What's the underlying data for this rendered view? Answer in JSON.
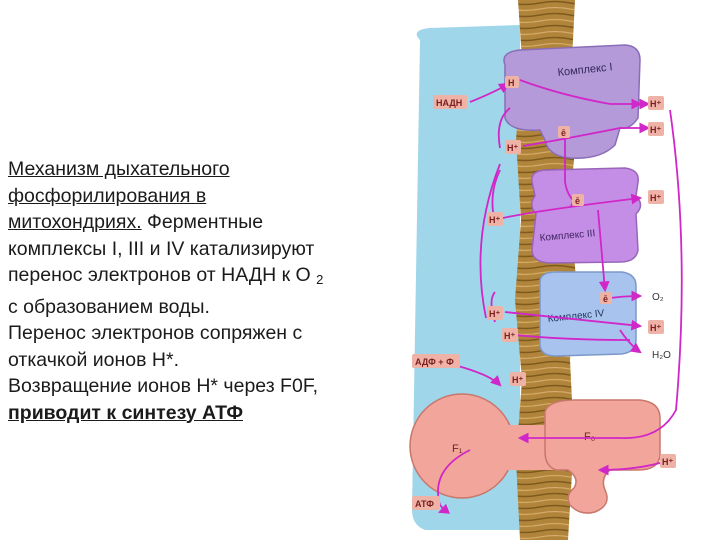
{
  "caption": {
    "line1": "Механизм дыхательного",
    "line2": "фосфорилирования в",
    "line3": "митохондриях.",
    "line3_rest": " Ферментные",
    "line4": "комплексы I, III и IV катализируют",
    "line5a": "перенос электронов от НАДН к О",
    "line5_sub": "2",
    "line6": "с образованием воды.",
    "line7": "Перенос электронов сопряжен с",
    "line8": "откачкой ионов Н*.",
    "line9": "Возвращение ионов Н* через F0F,",
    "line10": "приводит к синтезу АТФ"
  },
  "diagram": {
    "complex1": "Комплекс I",
    "complex3": "Комплекс III",
    "complex4": "Комплекс IV",
    "nadh": "НАДН",
    "h": "Н",
    "h_plus": "Н⁺",
    "e": "ē",
    "o2": "O₂",
    "h2o": "H₂O",
    "adp": "АДФ + Ф",
    "atp": "АТФ",
    "f1": "F₁",
    "f0": "F₀"
  },
  "colors": {
    "membrane": "#a8792e",
    "matrix": "#9fd6ea",
    "complex1": "#b49ad8",
    "complex3": "#c58ee6",
    "complex4": "#a9c3ef",
    "atp_synthase": "#f2a59b",
    "arrow": "#d126c8",
    "label_bg": "#efb2a6",
    "label_text": "#7a1f1f"
  }
}
